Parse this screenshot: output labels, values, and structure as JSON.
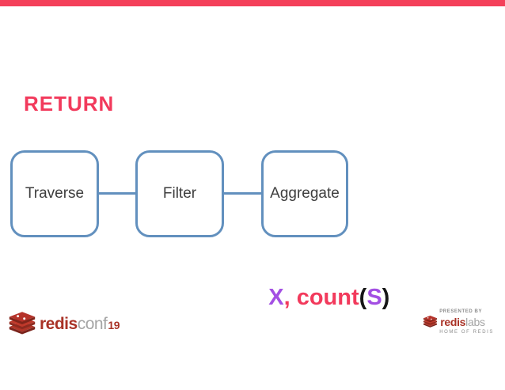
{
  "slide": {
    "title": "RETURN",
    "colors": {
      "top_bar": "#F4405A",
      "title": "#F23A5C",
      "node_border": "#6290BE",
      "node_text": "#3E3E3E",
      "purple": "#A34FE3",
      "pink": "#F23A5C",
      "black": "#161616",
      "redis_red": "#A93226",
      "logo_gray": "#A5A5A5",
      "footer_small_text": "#8C8C8C"
    },
    "pipeline": {
      "nodes": [
        {
          "label": "Traverse"
        },
        {
          "label": "Filter"
        },
        {
          "label": "Aggregate"
        }
      ]
    },
    "expression": {
      "segments": [
        {
          "text": "X",
          "color": "#A34FE3"
        },
        {
          "text": ", ",
          "color": "#F23A5C"
        },
        {
          "text": "count",
          "color": "#F23A5C"
        },
        {
          "text": "(",
          "color": "#161616"
        },
        {
          "text": "S",
          "color": "#A34FE3"
        },
        {
          "text": ")",
          "color": "#161616"
        }
      ]
    },
    "footer": {
      "conf_logo": {
        "brand": "redis",
        "suffix": "conf",
        "year": "19"
      },
      "presented_by": "PRESENTED BY",
      "labs_logo": {
        "brand": "redis",
        "suffix": "labs"
      },
      "tagline": "HOME OF REDIS"
    }
  }
}
